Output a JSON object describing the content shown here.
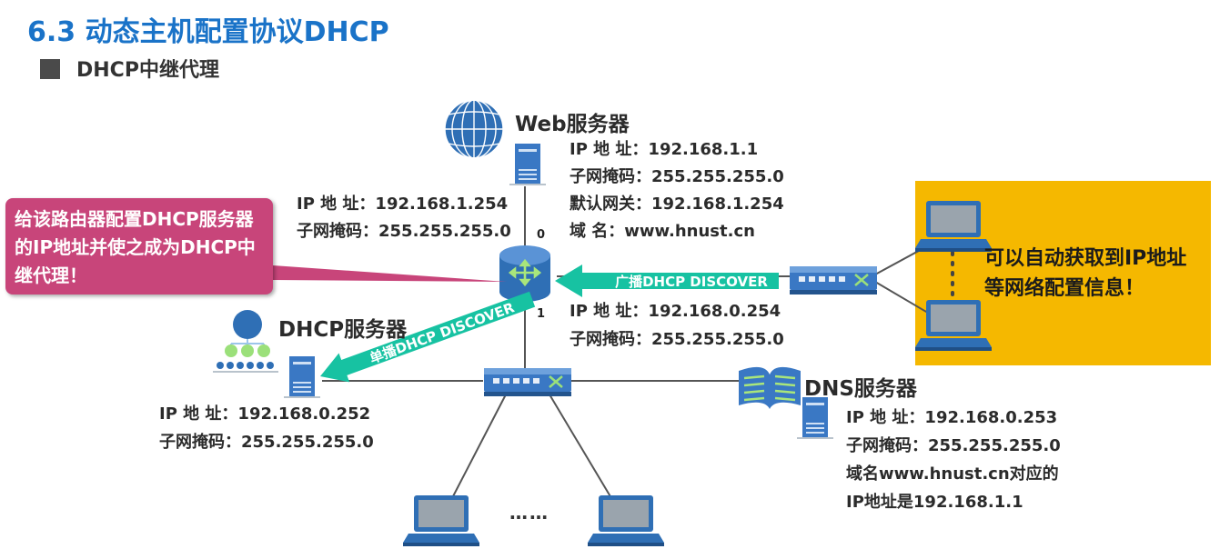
{
  "title": "6.3 动态主机配置协议DHCP",
  "subtitle": "DHCP中继代理",
  "web_server": {
    "label": "Web服务器",
    "ip": "IP 地  址：192.168.1.1",
    "mask": "子网掩码：255.255.255.0",
    "gateway": "默认网关：192.168.1.254",
    "domain": "域      名：www.hnust.cn"
  },
  "router": {
    "if0_ip": "IP 地  址：192.168.1.254",
    "if0_mask": "子网掩码：255.255.255.0",
    "if1_ip": "IP 地  址：192.168.0.254",
    "if1_mask": "子网掩码：255.255.255.0",
    "port0": "0",
    "port1": "1"
  },
  "callout": "给该路由器配置DHCP服务器的IP地址并使之成为DHCP中继代理！",
  "broadcast_arrow": "广播DHCP DISCOVER",
  "unicast_arrow": "单播DHCP DISCOVER",
  "dhcp_server": {
    "label": "DHCP服务器",
    "ip": "IP 地  址：192.168.0.252",
    "mask": "子网掩码：255.255.255.0"
  },
  "dns_server": {
    "label": "DNS服务器",
    "ip": "IP 地  址：192.168.0.253",
    "mask": "子网掩码：255.255.255.0",
    "note1": "域名www.hnust.cn对应的",
    "note2": "IP地址是192.168.1.1"
  },
  "remote_note": "可以自动获取到IP地址等网络配置信息！",
  "ellipsis": "……",
  "colors": {
    "title": "#1a73c8",
    "device": "#2f6fb5",
    "arrow": "#17c2a2",
    "callout": "#c8457a",
    "highlight": "#f5b800"
  }
}
